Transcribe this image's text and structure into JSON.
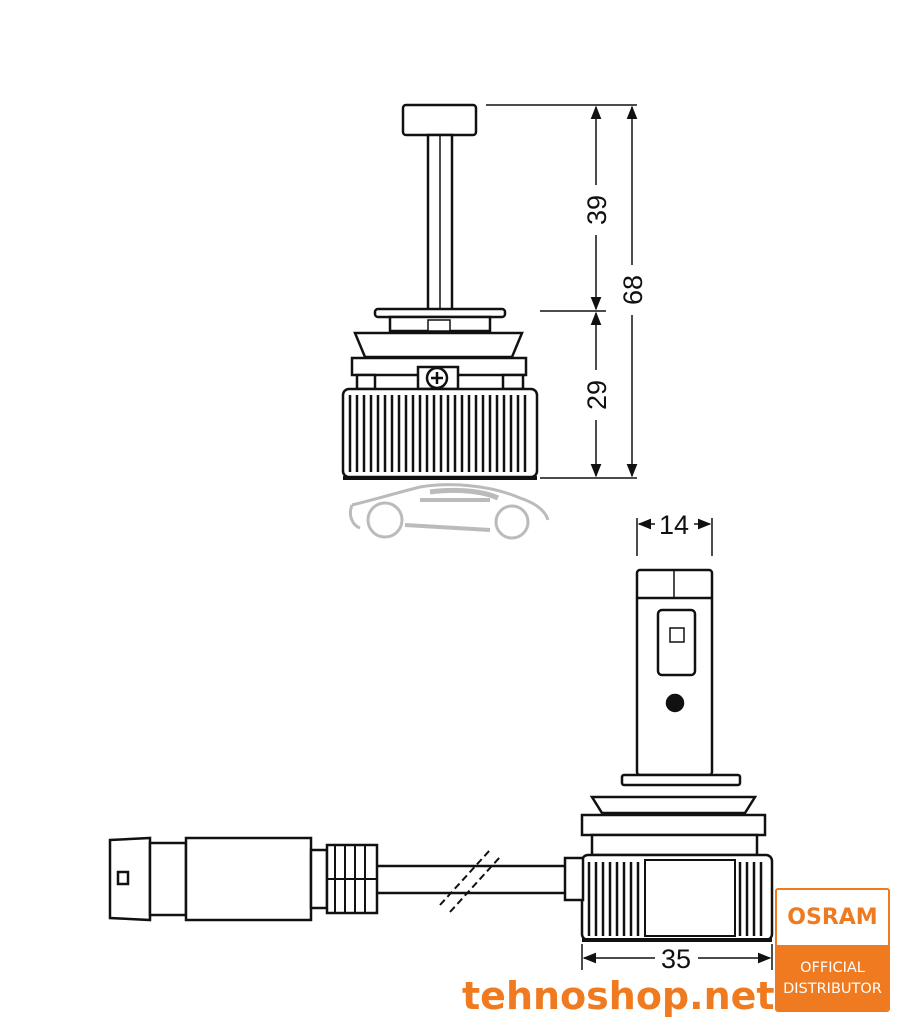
{
  "dimensions": {
    "upper_length": "39",
    "lower_length": "29",
    "total_length": "68",
    "head_width": "14",
    "base_width": "35"
  },
  "watermark": "tehnoshop.net",
  "badge": {
    "brand": "OSRAM",
    "line1": "OFFICIAL",
    "line2": "DISTRIBUTOR"
  },
  "colors": {
    "accent": "#f07a1f",
    "line": "#111111",
    "car_outline": "#bbbbbb"
  }
}
